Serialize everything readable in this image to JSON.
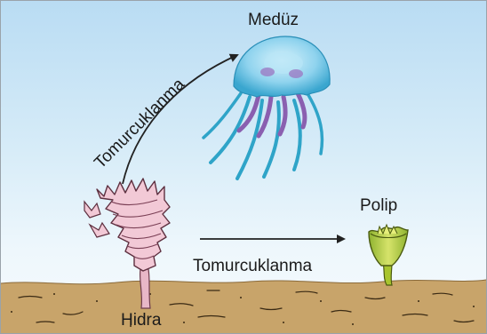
{
  "labels": {
    "medusa": "Medüz",
    "polyp": "Polip",
    "hydra": "Hidra",
    "budding_to_medusa": "Tomurcuklanma",
    "budding_to_polyp": "Tomurcuklanma"
  },
  "colors": {
    "seafloor": "#c8a46a",
    "hydra_body": "#f0c6d2",
    "medusa_bell": "#8fd3ee",
    "medusa_tentacles": "#8a5fb0",
    "polyp_body": "#b7cf3a",
    "arrow": "#222222"
  }
}
